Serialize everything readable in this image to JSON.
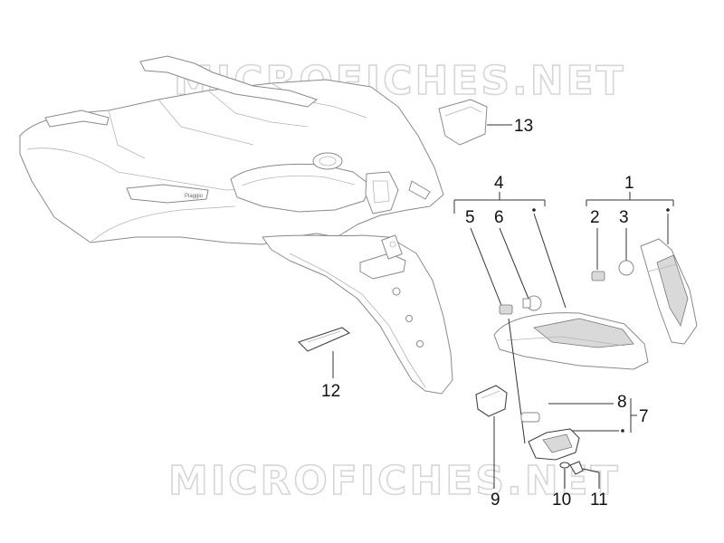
{
  "watermark": {
    "top_text": "MICROFICHES.NET",
    "bottom_text": "MICROFICHES.NET"
  },
  "logo_on_panel": "Piaggio",
  "callouts": {
    "c1": "1",
    "c2": "2",
    "c3": "3",
    "c4": "4",
    "c5": "5",
    "c6": "6",
    "c7": "7",
    "c8": "8",
    "c9": "9",
    "c10": "10",
    "c11": "11",
    "c12": "12",
    "c13": "13"
  },
  "colors": {
    "outline": "#8a8a8a",
    "label": "#111111",
    "watermark": "#d6d6d6",
    "background": "#ffffff"
  }
}
